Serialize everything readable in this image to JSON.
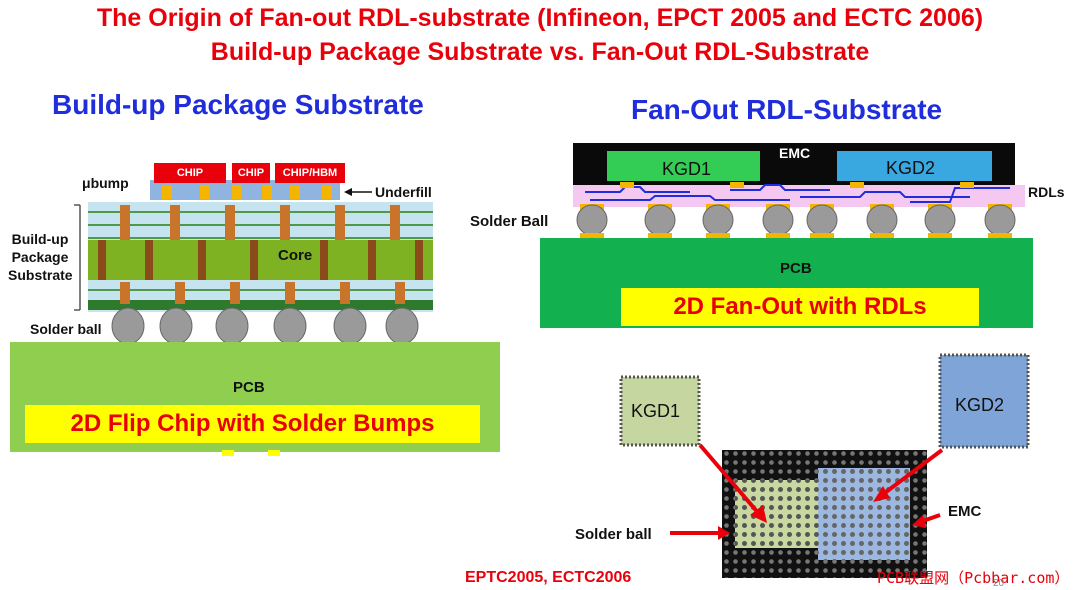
{
  "title_line1": "The Origin of Fan-out RDL-substrate (Infineon, EPCT 2005 and ECTC 2006)",
  "title_line2": "Build-up Package Substrate vs. Fan-Out RDL-Substrate",
  "left": {
    "heading": "Build-up Package Substrate",
    "chip1": "CHIP",
    "chip2": "CHIP",
    "chip3": "CHIP/HBM",
    "ubump": "μbump",
    "underfill": "Underfill",
    "buildup_label_1": "Build-up",
    "buildup_label_2": "Package",
    "buildup_label_3": "Substrate",
    "core": "Core",
    "solder_ball": "Solder ball",
    "pcb": "PCB",
    "banner": "2D Flip Chip with Solder Bumps"
  },
  "right": {
    "heading": "Fan-Out RDL-Substrate",
    "emc": "EMC",
    "kgd1": "KGD1",
    "kgd2": "KGD2",
    "rdls": "RDLs",
    "solder_ball": "Solder Ball",
    "pcb": "PCB",
    "banner": "2D Fan-Out with RDLs",
    "bottom_kgd1": "KGD1",
    "bottom_kgd2": "KGD2",
    "bottom_emc": "EMC",
    "bottom_solder_ball": "Solder ball"
  },
  "reference": "EPTC2005, ECTC2006",
  "watermark": "PCB联盟网（Pcbbar.com）",
  "page_number": "20",
  "colors": {
    "title_red": "#e8000b",
    "heading_blue": "#1f2ddb",
    "pcb_green_left": "#8fce4f",
    "pcb_green_right": "#13b04f",
    "core_green": "#7fb223",
    "kgd1_green": "#33cc55",
    "kgd2_blue": "#3aa8e0",
    "banner_yellow": "#ffff00"
  }
}
